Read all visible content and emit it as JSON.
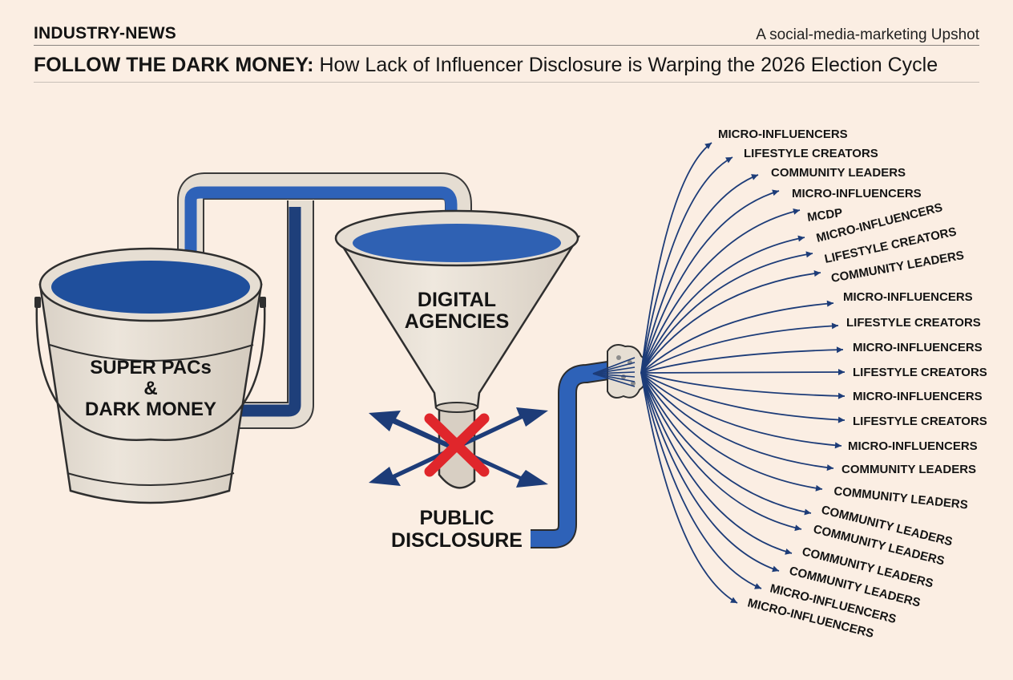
{
  "header": {
    "kicker": "INDUSTRY-NEWS",
    "source": "A social-media-marketing Upshot"
  },
  "headline": {
    "lead": "FOLLOW THE DARK MONEY:",
    "rest": "How Lack of Influencer Disclosure is Warping the 2026 Election Cycle"
  },
  "diagram": {
    "bucket_line1": "SUPER PACs",
    "bucket_line2": "&",
    "bucket_line3": "DARK MONEY",
    "funnel_line1": "DIGITAL",
    "funnel_line2": "AGENCIES",
    "blocked_line1": "PUBLIC",
    "blocked_line2": "DISCLOSURE",
    "colors": {
      "liquid": "#1f4f9c",
      "pipe_dark": "#1e3f7a",
      "pipe_light": "#2e62b8",
      "vessel": "#e8e0d6",
      "outline": "#3a3a3a",
      "blocked": "#e0262b",
      "arrow": "#1d3c78"
    },
    "fan_labels": [
      "MICRO-INFLUENCERS",
      "LIFESTYLE CREATORS",
      "COMMUNITY LEADERS",
      "MICRO-INFLUENCERS",
      "MCDP",
      "MICRO-INFLUENCERS",
      "LIFESTYLE CREATORS",
      "COMMUNITY LEADERS",
      "MICRO-INFLUENCERS",
      "LIFESTYLE CREATORS",
      "MICRO-INFLUENCERS",
      "LIFESTYLE CREATORS",
      "MICRO-INFLUENCERS",
      "LIFESTYLE CREATORS",
      "MICRO-INFLUENCERS",
      "COMMUNITY LEADERS",
      "COMMUNITY LEADERS",
      "COMMUNITY LEADERS",
      "COMMUNITY LEADERS",
      "COMMUNITY LEADERS",
      "COMMUNITY LEADERS",
      "MICRO-INFLUENCERS",
      "MICRO-INFLUENCERS"
    ]
  }
}
